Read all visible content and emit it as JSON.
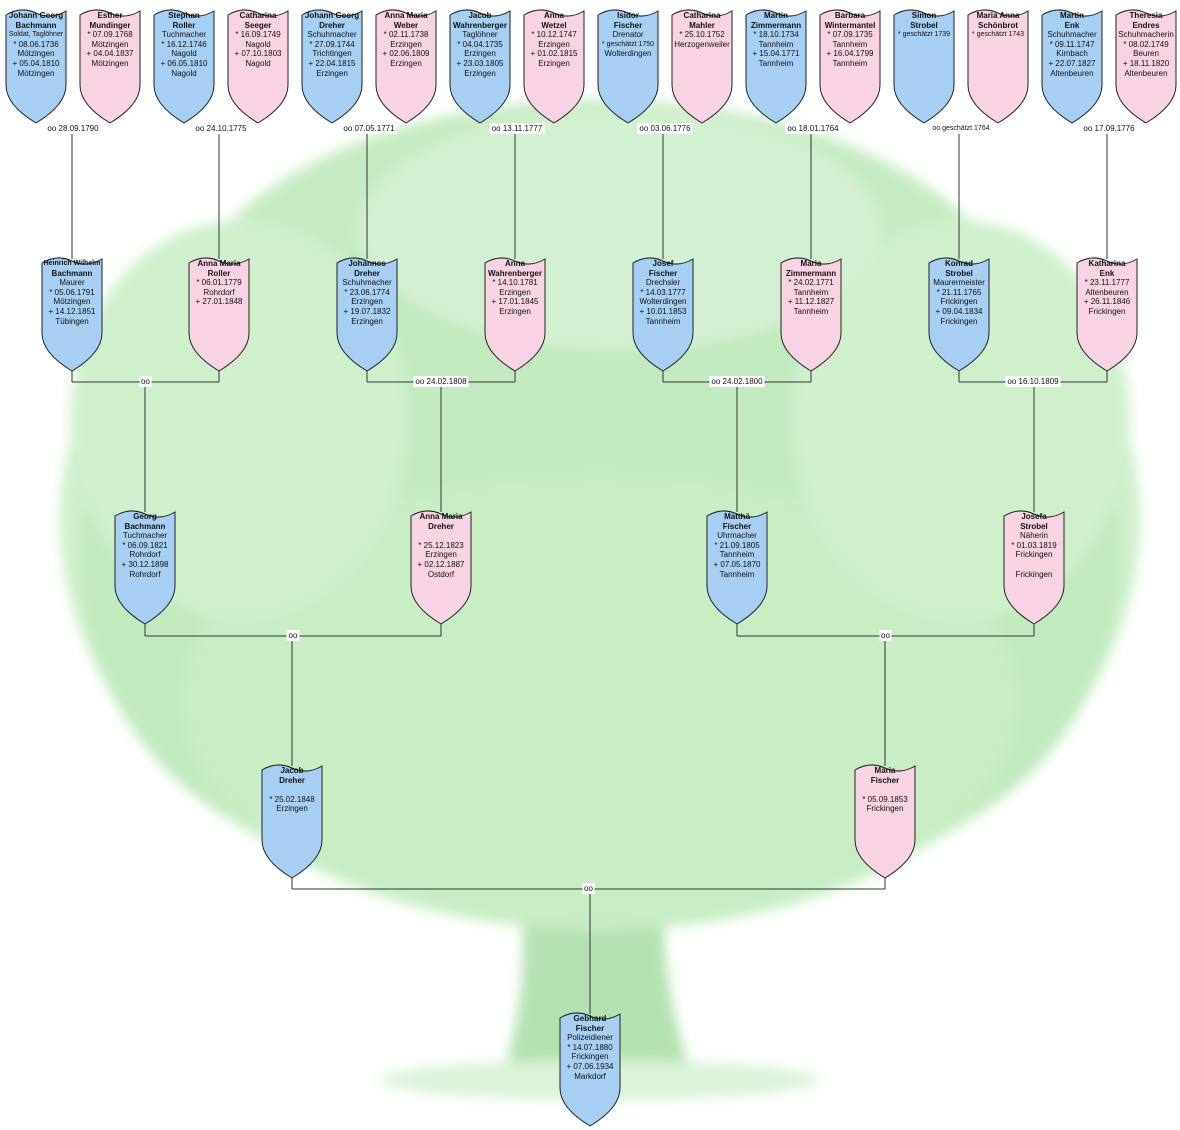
{
  "colors": {
    "male": "#a7cff3",
    "female": "#f8d3e3",
    "border": "#222222",
    "tree": "#b5e6b2",
    "trunk": "#a5dca2"
  },
  "generations": [
    [
      {
        "id": "g5_1",
        "sex": "m",
        "name": [
          "Johann Georg",
          "Bachmann"
        ],
        "lines": [
          "Soldat, Taglöhner",
          "* 08.06.1736",
          "Mötzingen",
          "+ 05.04.1810",
          "Mötzingen"
        ]
      },
      {
        "id": "g5_2",
        "sex": "f",
        "name": [
          "Esther",
          "Mundinger"
        ],
        "lines": [
          "* 07.09.1768",
          "Mötzingen",
          "+ 04.04.1837",
          "Mötzingen"
        ]
      },
      {
        "id": "g5_3",
        "sex": "m",
        "name": [
          "Stephan",
          "Roller"
        ],
        "lines": [
          "Tuchmacher",
          "* 16.12.1746",
          "Nagold",
          "+ 06.05.1810",
          "Nagold"
        ]
      },
      {
        "id": "g5_4",
        "sex": "f",
        "name": [
          "Catharina",
          "Seeger"
        ],
        "lines": [
          "* 16.09.1749",
          "Nagold",
          "+ 07.10.1803",
          "Nagold"
        ]
      },
      {
        "id": "g5_5",
        "sex": "m",
        "name": [
          "Johann Georg",
          "Dreher"
        ],
        "lines": [
          "Schuhmacher",
          "* 27.09.1744",
          "Trichtingen",
          "+ 22.04.1815",
          "Erzingen"
        ]
      },
      {
        "id": "g5_6",
        "sex": "f",
        "name": [
          "Anna Maria",
          "Weber"
        ],
        "lines": [
          "* 02.11.1738",
          "Erzingen",
          "+ 02.06.1809",
          "Erzingen"
        ]
      },
      {
        "id": "g5_7",
        "sex": "m",
        "name": [
          "Jacob",
          "Wahrenberger"
        ],
        "lines": [
          "Taglöhner",
          "* 04.04.1735",
          "Erzingen",
          "+ 23.03.1805",
          "Erzingen"
        ]
      },
      {
        "id": "g5_8",
        "sex": "f",
        "name": [
          "Anna",
          "Wetzel"
        ],
        "lines": [
          "* 10.12.1747",
          "Erzingen",
          "+ 01.02.1815",
          "Erzingen"
        ]
      },
      {
        "id": "g5_9",
        "sex": "m",
        "name": [
          "Isidor",
          "Fischer"
        ],
        "lines": [
          "Drenator",
          "* geschätzt 1750",
          "Wolterdingen"
        ]
      },
      {
        "id": "g5_10",
        "sex": "f",
        "name": [
          "Catharina",
          "Mahler"
        ],
        "lines": [
          "* 25.10.1752",
          "Herzogenweiler"
        ]
      },
      {
        "id": "g5_11",
        "sex": "m",
        "name": [
          "Martin",
          "Zimmermann"
        ],
        "lines": [
          "* 18.10.1734",
          "Tannheim",
          "+ 15.04.1771",
          "Tannheim"
        ]
      },
      {
        "id": "g5_12",
        "sex": "f",
        "name": [
          "Barbara",
          "Wintermantel"
        ],
        "lines": [
          "* 07.09.1735",
          "Tannheim",
          "+ 16.04.1799",
          "Tannheim"
        ]
      },
      {
        "id": "g5_13",
        "sex": "m",
        "name": [
          "Simon",
          "Strobel"
        ],
        "lines": [
          "* geschätzt 1739"
        ]
      },
      {
        "id": "g5_14",
        "sex": "f",
        "name": [
          "Maria Anna",
          "Schönbrot"
        ],
        "lines": [
          "* geschätzt 1743"
        ]
      },
      {
        "id": "g5_15",
        "sex": "m",
        "name": [
          "Martin",
          "Enk"
        ],
        "lines": [
          "Schuhmacher",
          "* 09.11.1747",
          "Kirnbach",
          "+ 22.07.1827",
          "Altenbeuren"
        ]
      },
      {
        "id": "g5_16",
        "sex": "f",
        "name": [
          "Theresia",
          "Endres"
        ],
        "lines": [
          "Schuhmacherin",
          "* 08.02.1749",
          "Beuren",
          "+ 18.11.1820",
          "Altenbeuren"
        ]
      }
    ],
    [
      {
        "id": "g4_1",
        "sex": "m",
        "name": [
          "Heinrich Wilhelm",
          "Bachmann"
        ],
        "lines": [
          "Maurer",
          "* 05.06.1791",
          "Mötzingen",
          "+ 14.12.1851",
          "Tübingen"
        ]
      },
      {
        "id": "g4_2",
        "sex": "f",
        "name": [
          "Anna Maria",
          "Roller"
        ],
        "lines": [
          "* 06.01.1779",
          "Rohrdorf",
          "+ 27.01.1848"
        ]
      },
      {
        "id": "g4_3",
        "sex": "m",
        "name": [
          "Johannes",
          "Dreher"
        ],
        "lines": [
          "Schuhmacher",
          "* 23.06.1774",
          "Erzingen",
          "+ 19.07.1832",
          "Erzingen"
        ]
      },
      {
        "id": "g4_4",
        "sex": "f",
        "name": [
          "Anna",
          "Wahrenberger"
        ],
        "lines": [
          "* 14.10.1781",
          "Erzingen",
          "+ 17.01.1845",
          "Erzingen"
        ]
      },
      {
        "id": "g4_5",
        "sex": "m",
        "name": [
          "Josef",
          "Fischer"
        ],
        "lines": [
          "Drechsler",
          "* 14.03.1777",
          "Wolterdingen",
          "+ 10.01.1853",
          "Tannheim"
        ]
      },
      {
        "id": "g4_6",
        "sex": "f",
        "name": [
          "Maria",
          "Zimmermann"
        ],
        "lines": [
          "* 24.02.1771",
          "Tannheim",
          "+ 11.12.1827",
          "Tannheim"
        ]
      },
      {
        "id": "g4_7",
        "sex": "m",
        "name": [
          "Konrad",
          "Strobel"
        ],
        "lines": [
          "Maurermeister",
          "* 21.11.1765",
          "Frickingen",
          "+ 09.04.1834",
          "Frickingen"
        ]
      },
      {
        "id": "g4_8",
        "sex": "f",
        "name": [
          "Katharina",
          "Enk"
        ],
        "lines": [
          "* 23.11.1777",
          "Altenbeuren",
          "+ 26.11.1846",
          "Frickingen"
        ]
      }
    ],
    [
      {
        "id": "g3_1",
        "sex": "m",
        "name": [
          "Georg",
          "Bachmann"
        ],
        "lines": [
          "Tuchmacher",
          "* 06.09.1821",
          "Rohrdorf",
          "+ 30.12.1898",
          "Rohrdorf"
        ]
      },
      {
        "id": "g3_2",
        "sex": "f",
        "name": [
          "Anna Maria",
          "Dreher"
        ],
        "lines": [
          "",
          "* 25.12.1823",
          "Erzingen",
          "+ 02.12.1887",
          "Ostdorf"
        ]
      },
      {
        "id": "g3_3",
        "sex": "m",
        "name": [
          "Matthä",
          "Fischer"
        ],
        "lines": [
          "Uhrmacher",
          "* 21.09.1805",
          "Tannheim",
          "+ 07.05.1870",
          "Tannheim"
        ]
      },
      {
        "id": "g3_4",
        "sex": "f",
        "name": [
          "Josefa",
          "Strobel"
        ],
        "lines": [
          "Näherin",
          "* 01.03.1819",
          "Frickingen",
          "",
          "Frickingen"
        ]
      }
    ],
    [
      {
        "id": "g2_1",
        "sex": "m",
        "name": [
          "Jacob",
          "Dreher"
        ],
        "lines": [
          "",
          "* 25.02.1848",
          "Erzingen"
        ]
      },
      {
        "id": "g2_2",
        "sex": "f",
        "name": [
          "Maria",
          "Fischer"
        ],
        "lines": [
          "",
          "* 05.09.1853",
          "Frickingen"
        ]
      }
    ],
    [
      {
        "id": "g1_1",
        "sex": "m",
        "name": [
          "Gebhard",
          "Fischer"
        ],
        "lines": [
          "Polizeidiener",
          "* 14.07.1880",
          "Frickingen",
          "+ 07.06.1934",
          "Markdorf"
        ]
      }
    ]
  ],
  "marriages": [
    [
      "oo 28.09.1790",
      "oo 24.10.1775",
      "oo 07.05.1771",
      "oo 13.11.1777",
      "oo 03.06.1776",
      "oo 18.01.1764",
      "oo geschätzt 1764",
      "oo 17.09.1776"
    ],
    [
      "oo",
      "oo 24.02.1808",
      "oo 24.02.1800",
      "oo 16.10.1809"
    ],
    [
      "oo",
      "oo"
    ],
    [
      "oo"
    ]
  ]
}
